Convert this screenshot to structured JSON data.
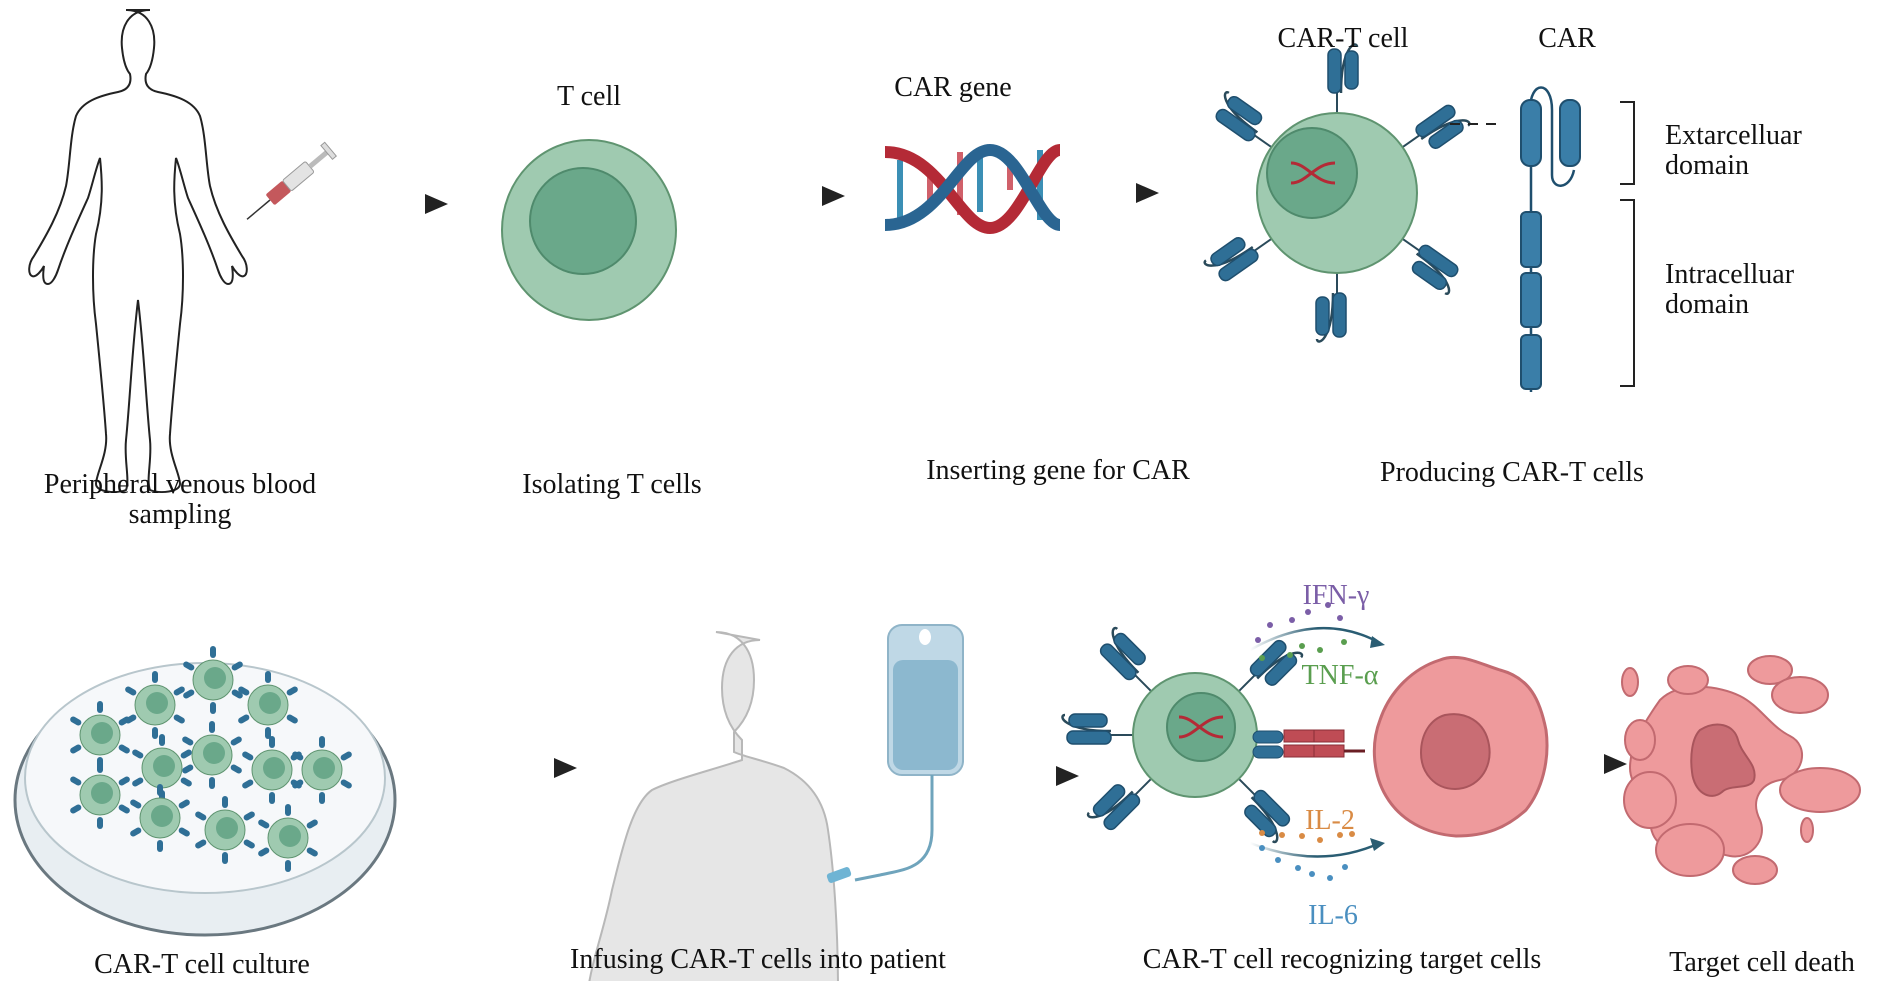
{
  "steps": [
    {
      "caption_line1": "Peripheral venous blood",
      "caption_line2": "sampling"
    },
    {
      "title": "T cell",
      "caption": "Isolating T cells"
    },
    {
      "title": "CAR gene",
      "caption": "Inserting gene for CAR"
    },
    {
      "title_cell": "CAR-T cell",
      "title_car": "CAR",
      "caption": "Producing CAR-T cells",
      "extracellular_line1": "Extarcelluar",
      "extracellular_line2": "domain",
      "intracellular_line1": "Intracelluar",
      "intracellular_line2": "domain"
    },
    {
      "caption": "CAR-T cell culture"
    },
    {
      "caption": "Infusing CAR-T cells into patient"
    },
    {
      "caption": "CAR-T cell recognizing target cells",
      "cytokines": [
        {
          "name": "IFN-γ",
          "color": "#7b5ea7"
        },
        {
          "name": "TNF-α",
          "color": "#5a9e4f"
        },
        {
          "name": "IL-2",
          "color": "#d98b45"
        },
        {
          "name": "IL-6",
          "color": "#4a8fc0"
        }
      ]
    },
    {
      "caption": "Target cell death"
    }
  ],
  "colors": {
    "cell_outer": "#9fcab0",
    "cell_inner": "#6aa88a",
    "cell_stroke": "#5f9470",
    "receptor": "#2f6f96",
    "tumor": "#ee9a9c",
    "tumor_nucleus": "#c96d74",
    "dna_red": "#b42a36",
    "dna_blue": "#2a6592",
    "arrow": "#222222"
  }
}
